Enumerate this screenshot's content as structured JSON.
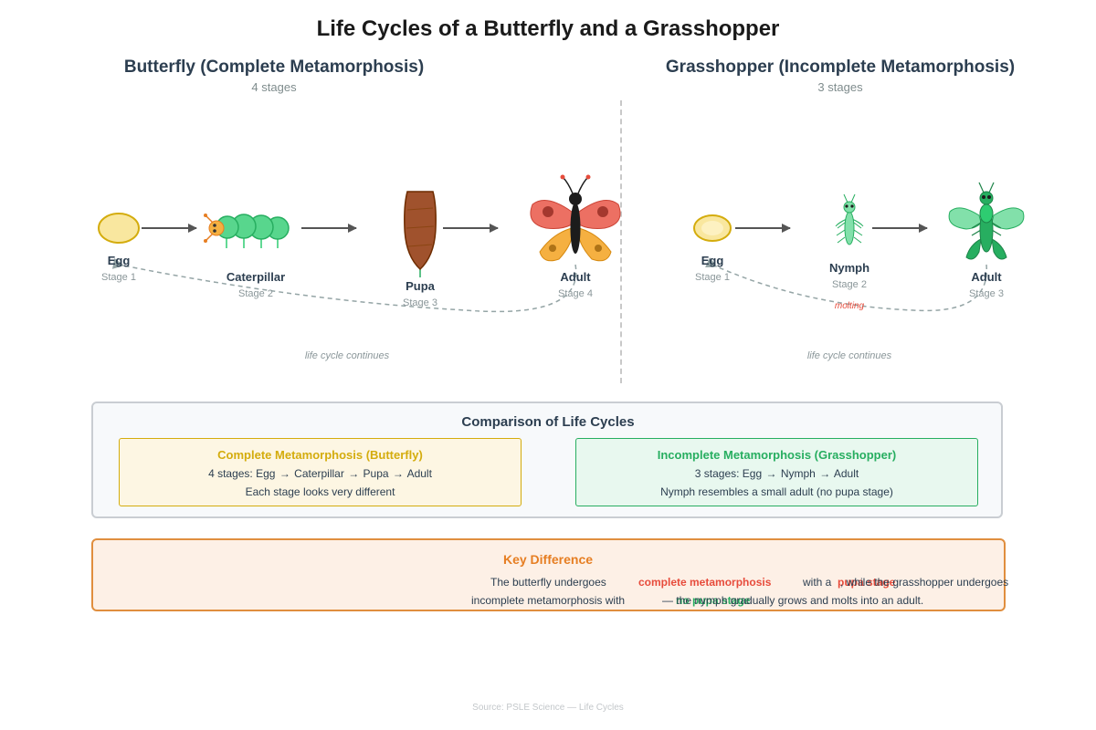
{
  "title": "Life Cycles of a Butterfly and a Grasshopper",
  "butterfly": {
    "heading": "Butterfly (Complete Metamorphosis)",
    "subheading": "4 stages",
    "stages": [
      {
        "name": "Egg",
        "stage": "Stage 1"
      },
      {
        "name": "Caterpillar",
        "stage": "Stage 2"
      },
      {
        "name": "Pupa",
        "stage": "Stage 3"
      },
      {
        "name": "Adult",
        "stage": "Stage 4"
      }
    ],
    "cycle_label": "life cycle continues"
  },
  "grasshopper": {
    "heading": "Grasshopper (Incomplete Metamorphosis)",
    "subheading": "3 stages",
    "stages": [
      {
        "name": "Egg",
        "stage": "Stage 1"
      },
      {
        "name": "Nymph",
        "stage": "Stage 2"
      },
      {
        "name": "Adult",
        "stage": "Stage 3"
      }
    ],
    "molting_label": "molting",
    "cycle_label": "life cycle continues"
  },
  "comparison": {
    "title": "Comparison of Life Cycles",
    "complete": {
      "title": "Complete Metamorphosis (Butterfly)",
      "stages_prefix": "4 stages:",
      "stages": [
        "Egg",
        "Caterpillar",
        "Pupa",
        "Adult"
      ],
      "note": "Each stage looks very different"
    },
    "incomplete": {
      "title": "Incomplete Metamorphosis (Grasshopper)",
      "stages_prefix": "3 stages:",
      "stages": [
        "Egg",
        "Nymph",
        "Adult"
      ],
      "note": "Nymph resembles a small adult (no pupa stage)"
    }
  },
  "key_difference": {
    "title": "Key Difference",
    "p1": "The butterfly undergoes",
    "p2": "complete metamorphosis",
    "p3": "with a",
    "p4": "pupa stage",
    "p5": ", while the grasshopper undergoes",
    "p6": "incomplete metamorphosis with",
    "p7": "no pupa stage",
    "p8": "— the nymph gradually grows and molts into an adult."
  },
  "source": "Source: PSLE Science — Life Cycles",
  "colors": {
    "butterfly_accent": "#d4ac0d",
    "grasshopper_accent": "#27ae60",
    "key_accent": "#e67e22",
    "highlight_red": "#e74c3c"
  }
}
